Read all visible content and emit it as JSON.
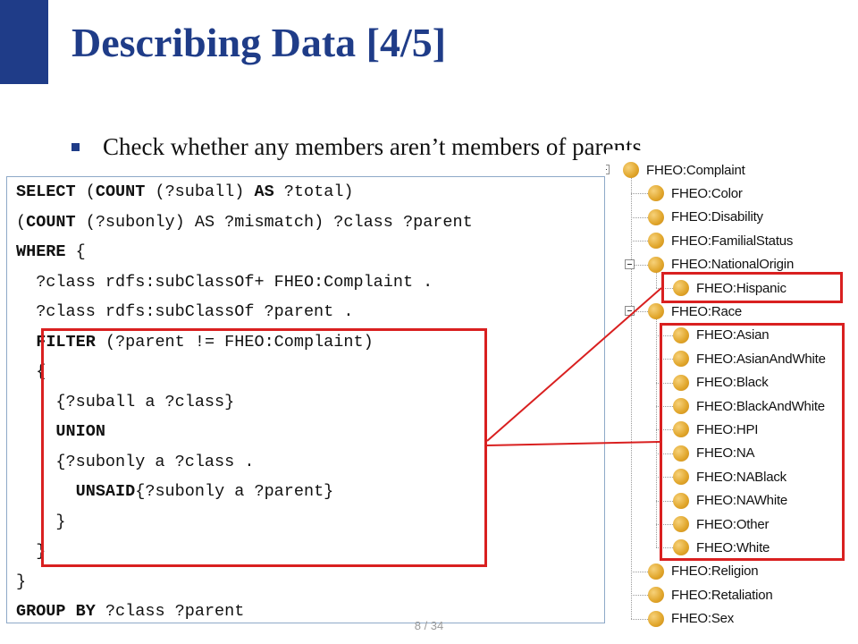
{
  "slide": {
    "title": "Describing Data [4/5]",
    "bullet": "Check whether any members aren’t members of parents",
    "page_number": "8 / 34",
    "accent_color": "#1F3C88",
    "highlight_color": "#D92020"
  },
  "code": {
    "lines": [
      [
        {
          "t": "SELECT",
          "k": 1
        },
        {
          "t": " (",
          "k": 0
        },
        {
          "t": "COUNT",
          "k": 1
        },
        {
          "t": " (?suball) ",
          "k": 0
        },
        {
          "t": "AS",
          "k": 1
        },
        {
          "t": " ?total)",
          "k": 0
        }
      ],
      [
        {
          "t": "(",
          "k": 0
        },
        {
          "t": "COUNT",
          "k": 1
        },
        {
          "t": " (?subonly) AS ?mismatch) ?class ?parent",
          "k": 0
        }
      ],
      [
        {
          "t": "WHERE",
          "k": 1
        },
        {
          "t": " {",
          "k": 0
        }
      ],
      [
        {
          "t": "  ?class rdfs:subClassOf+ FHEO:Complaint .",
          "k": 0
        }
      ],
      [
        {
          "t": "  ?class rdfs:subClassOf ?parent .",
          "k": 0
        }
      ],
      [
        {
          "t": "  ",
          "k": 0
        },
        {
          "t": "FILTER",
          "k": 1
        },
        {
          "t": " (?parent != FHEO:Complaint)",
          "k": 0
        }
      ],
      [
        {
          "t": "  {",
          "k": 0
        }
      ],
      [
        {
          "t": "    {?suball a ?class}",
          "k": 0
        }
      ],
      [
        {
          "t": "    ",
          "k": 0
        },
        {
          "t": "UNION",
          "k": 1
        }
      ],
      [
        {
          "t": "    {?subonly a ?class .",
          "k": 0
        }
      ],
      [
        {
          "t": "      ",
          "k": 0
        },
        {
          "t": "UNSAID",
          "k": 1
        },
        {
          "t": "{?subonly a ?parent}",
          "k": 0
        }
      ],
      [
        {
          "t": "    }",
          "k": 0
        }
      ],
      [
        {
          "t": "  }",
          "k": 0
        }
      ],
      [
        {
          "t": "}",
          "k": 0
        }
      ],
      [
        {
          "t": "GROUP BY",
          "k": 1
        },
        {
          "t": " ?class ?parent",
          "k": 0
        }
      ]
    ]
  },
  "tree": {
    "nodes": [
      {
        "label": "FHEO:Complaint",
        "level": 0,
        "toggle": true
      },
      {
        "label": "FHEO:Color",
        "level": 1,
        "toggle": false
      },
      {
        "label": "FHEO:Disability",
        "level": 1,
        "toggle": false
      },
      {
        "label": "FHEO:FamilialStatus",
        "level": 1,
        "toggle": false
      },
      {
        "label": "FHEO:NationalOrigin",
        "level": 1,
        "toggle": true
      },
      {
        "label": "FHEO:Hispanic",
        "level": 2,
        "toggle": false
      },
      {
        "label": "FHEO:Race",
        "level": 1,
        "toggle": true
      },
      {
        "label": "FHEO:Asian",
        "level": 2,
        "toggle": false
      },
      {
        "label": "FHEO:AsianAndWhite",
        "level": 2,
        "toggle": false
      },
      {
        "label": "FHEO:Black",
        "level": 2,
        "toggle": false
      },
      {
        "label": "FHEO:BlackAndWhite",
        "level": 2,
        "toggle": false
      },
      {
        "label": "FHEO:HPI",
        "level": 2,
        "toggle": false
      },
      {
        "label": "FHEO:NA",
        "level": 2,
        "toggle": false
      },
      {
        "label": "FHEO:NABlack",
        "level": 2,
        "toggle": false
      },
      {
        "label": "FHEO:NAWhite",
        "level": 2,
        "toggle": false
      },
      {
        "label": "FHEO:Other",
        "level": 2,
        "toggle": false
      },
      {
        "label": "FHEO:White",
        "level": 2,
        "toggle": false
      },
      {
        "label": "FHEO:Religion",
        "level": 1,
        "toggle": false
      },
      {
        "label": "FHEO:Retaliation",
        "level": 1,
        "toggle": false
      },
      {
        "label": "FHEO:Sex",
        "level": 1,
        "toggle": false
      }
    ]
  }
}
